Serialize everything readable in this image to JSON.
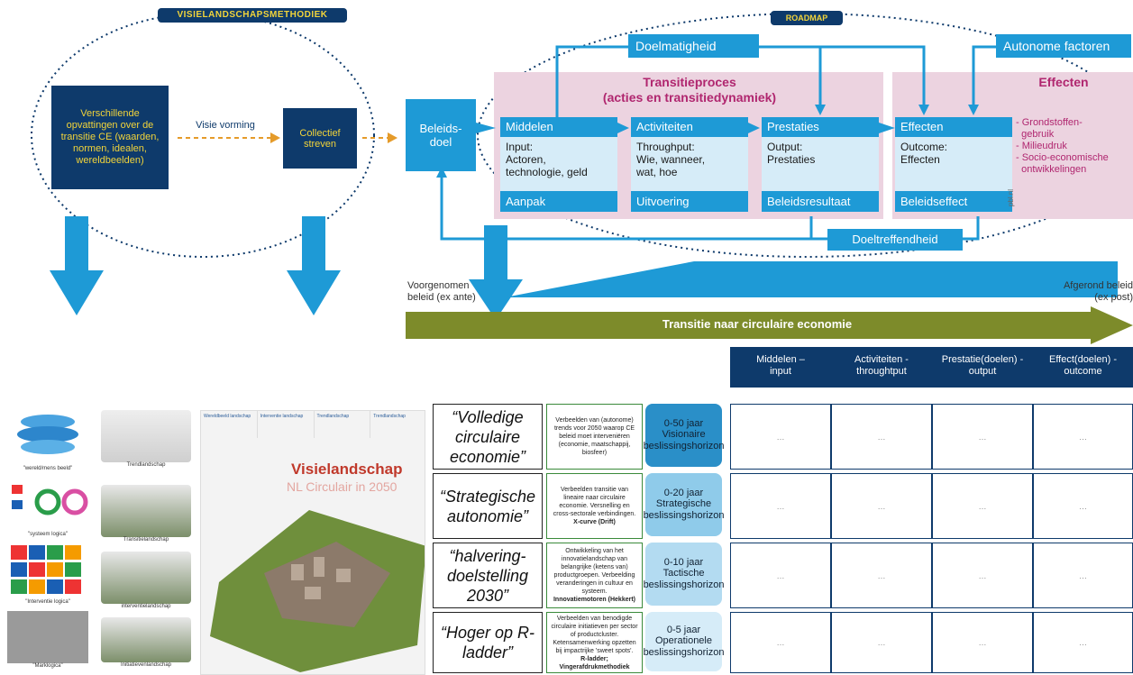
{
  "left_tag": "VISIELANDSCHAPSMETHODIEK",
  "right_tag": "ROADMAP",
  "box_views": "Verschillende opvattingen over de transitie CE (waarden, normen, idealen, wereldbeelden)",
  "visie_vorming": "Visie vorming",
  "box_collectief": "Collectief streven",
  "beleidsdoel": "Beleids-\ndoel",
  "doelmatigheid": "Doelmatigheid",
  "autonome": "Autonome factoren",
  "transitieproces": "Transitieproces\n(acties en transitiedynamiek)",
  "effecten_header": "Effecten",
  "stages": [
    {
      "title": "Middelen",
      "body": "Input:\nActoren,\ntechnologie, geld",
      "foot": "Aanpak"
    },
    {
      "title": "Activiteiten",
      "body": "Throughput:\nWie, wanneer,\nwat, hoe",
      "foot": "Uitvoering"
    },
    {
      "title": "Prestaties",
      "body": "Output:\nPrestaties",
      "foot": "Beleidsresultaat"
    },
    {
      "title": "Effecten",
      "body": "Outcome:\nEffecten",
      "foot": "Beleidseffect"
    }
  ],
  "effect_list": "- Grondstoffen-\n  gebruik\n- Milieudruk\n- Socio-economische\n  ontwikkelingen",
  "pbl": "pbl.nl",
  "doeltreffendheid": "Doeltreffendheid",
  "voorgenomen": "Voorgenomen\nbeleid (ex ante)",
  "afgerond": "Afgerond beleid\n(ex post)",
  "transitie_arrow": "Transitie naar circulaire economie",
  "col_headers": [
    "Middelen –\ninput",
    "Activiteiten -\nthroughtput",
    "Prestatie(doelen) -\noutput",
    "Effect(doelen) -\noutcome"
  ],
  "rows": [
    {
      "quote": "“Volledige\ncirculaire\neconomie”",
      "desc": "Verbeelden van (autonome) trends voor 2050 waarop CE beleid moet interveniëren (economie, maatschappij, biosfeer)",
      "desc_bold": "",
      "range": "0-50 jaar",
      "horizon": "Visionaire\nbeslissingshorizon",
      "color": "#2a8fc8"
    },
    {
      "quote": "“Strategische\nautonomie”",
      "desc": "Verbeelden transitie van lineaire naar circulaire economie. Versnelling en cross-sectorale verbindingen.",
      "desc_bold": "X-curve (Drift)",
      "range": "0-20 jaar",
      "horizon": "Strategische\nbeslissingshorizon",
      "color": "#8fcbea"
    },
    {
      "quote": "“halvering-\ndoelstelling\n2030”",
      "desc": "Ontwikkeling van het innovatielandschap van belangrijke (ketens van) productgroepen. Verbeelding veranderingen in cultuur en systeem.",
      "desc_bold": "Innovatiemotoren (Hekkert)",
      "range": "0-10 jaar",
      "horizon": "Tactische\nbeslissingshorizon",
      "color": "#b3dbf1"
    },
    {
      "quote": "“Hoger op R-\nladder”",
      "desc": "Verbeelden van benodigde circulaire initiatieven per sector of productcluster. Ketensamenwerking opzetten bij impactrijke 'sweet spots'.",
      "desc_bold": "R-ladder; Vingerafdrukmethodiek",
      "range": "0-5 jaar",
      "horizon": "Operationele\nbeslissingshorizon",
      "color": "#d6ecf8"
    }
  ],
  "cell_text": "…",
  "thumb_left": [
    "\"wereld/mens beeld\"",
    "\"systeem logica\"",
    "\"Interventie logica\"",
    "\"Marklogica\""
  ],
  "thumb_mid": [
    "Trendlandschap",
    "Transitielandschap",
    "interventielandschap",
    "Initiatievenlandschap"
  ],
  "big_image_title": "Visielandschap",
  "big_image_sub": "NL Circulair in 2050",
  "big_tabs": [
    "Wereldbeeld landschap",
    "Interventie landschap",
    "Trendlandschap",
    "Trendlandschap"
  ]
}
